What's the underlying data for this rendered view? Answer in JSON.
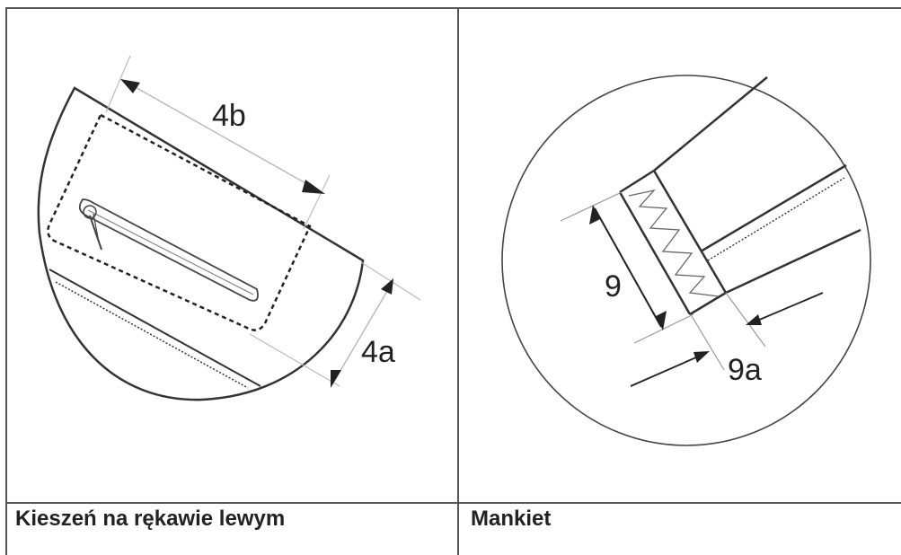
{
  "panels": [
    {
      "caption": "Kieszeń na rękawie lewym",
      "labels": {
        "dim_4b": "4b",
        "dim_4a": "4a"
      }
    },
    {
      "caption": "Mankiet",
      "labels": {
        "dim_9": "9",
        "dim_9a": "9a"
      }
    }
  ],
  "colors": {
    "line": "#333333",
    "thin_line": "#999999",
    "grid": "#555555"
  }
}
